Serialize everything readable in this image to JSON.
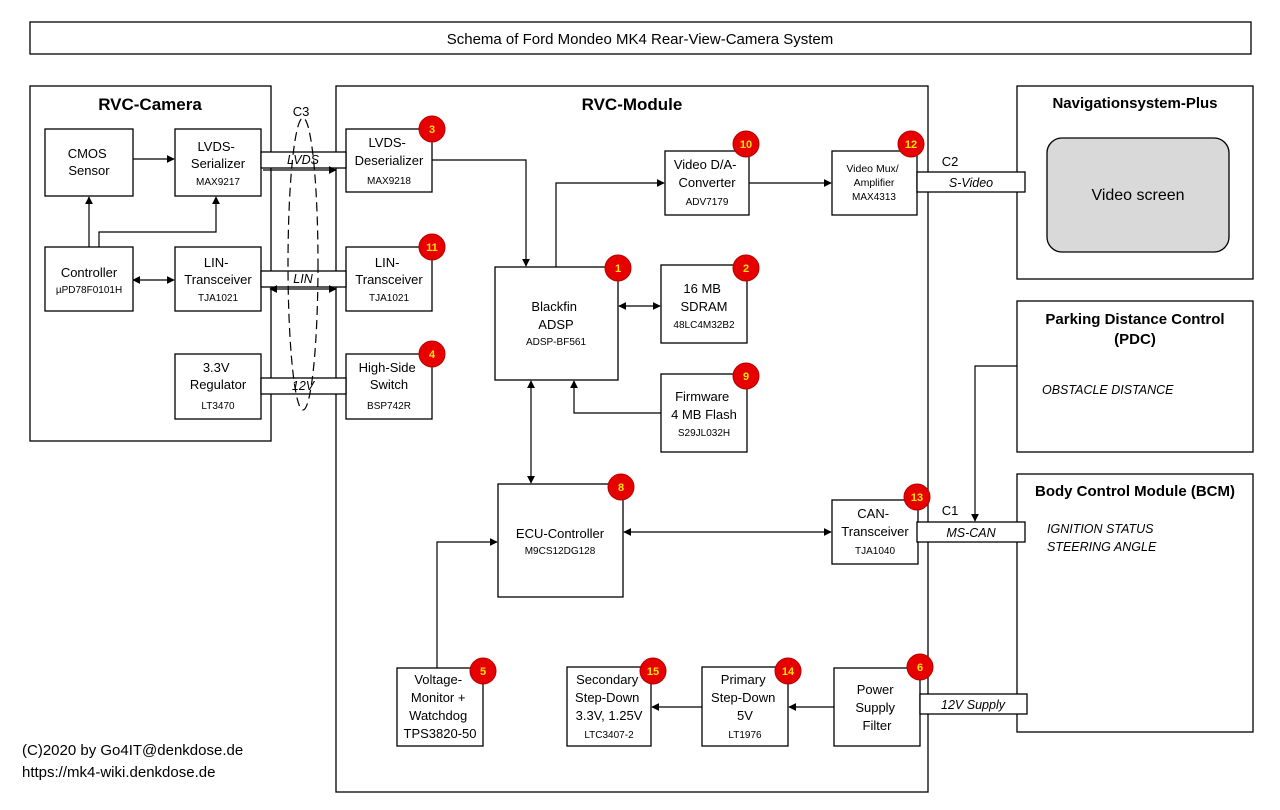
{
  "title": "Schema of Ford Mondeo MK4 Rear-View-Camera System",
  "credit": [
    "(C)2020 by Go4IT@denkdose.de",
    "https://mk4-wiki.denkdose.de"
  ],
  "groups": {
    "camera": "RVC-Camera",
    "module": "RVC-Module",
    "nav": "Navigationsystem-Plus",
    "pdc": [
      "Parking Distance Control",
      "(PDC)"
    ],
    "bcm": "Body Control Module (BCM)"
  },
  "nav_screen": "Video screen",
  "pdc_note": "OBSTACLE DISTANCE",
  "bcm_notes": [
    "IGNITION STATUS",
    "STEERING ANGLE"
  ],
  "connectors": {
    "c1": "C1",
    "c2": "C2",
    "c3": "C3"
  },
  "signals": {
    "lvds": "LVDS",
    "lin": "LIN",
    "v12": "12V",
    "svideo": "S-Video",
    "mscan": "MS-CAN",
    "supply": "12V Supply"
  },
  "blocks": [
    {
      "id": "cmos",
      "lines": [
        "CMOS",
        "Sensor"
      ],
      "part": ""
    },
    {
      "id": "controller",
      "lines": [
        "Controller"
      ],
      "part": "µPD78F0101H"
    },
    {
      "id": "serializer",
      "lines": [
        "LVDS-",
        "Serializer"
      ],
      "part": "MAX9217"
    },
    {
      "id": "lin_cam",
      "lines": [
        "LIN-",
        "Transceiver"
      ],
      "part": "TJA1021"
    },
    {
      "id": "regulator",
      "lines": [
        "3.3V",
        "Regulator"
      ],
      "part": "LT3470"
    },
    {
      "id": "deserializer",
      "lines": [
        "LVDS-",
        "Deserializer"
      ],
      "part": "MAX9218",
      "badge": "3"
    },
    {
      "id": "lin_mod",
      "lines": [
        "LIN-",
        "Transceiver"
      ],
      "part": "TJA1021",
      "badge": "11"
    },
    {
      "id": "highside",
      "lines": [
        "High-Side",
        "Switch"
      ],
      "part": "BSP742R",
      "badge": "4"
    },
    {
      "id": "dsp",
      "lines": [
        "Blackfin",
        "ADSP"
      ],
      "part": "ADSP-BF561",
      "badge": "1"
    },
    {
      "id": "sdram",
      "lines": [
        "16 MB",
        "SDRAM"
      ],
      "part": "48LC4M32B2",
      "badge": "2"
    },
    {
      "id": "flash",
      "lines": [
        "Firmware",
        "4 MB Flash"
      ],
      "part": "S29JL032H",
      "badge": "9"
    },
    {
      "id": "dac",
      "lines": [
        "Video D/A-",
        "Converter"
      ],
      "part": "ADV7179",
      "badge": "10"
    },
    {
      "id": "mux",
      "lines": [
        "Video Mux/",
        "Amplifier"
      ],
      "part": "MAX4313",
      "badge": "12"
    },
    {
      "id": "ecu",
      "lines": [
        "ECU-Controller"
      ],
      "part": "M9CS12DG128",
      "badge": "8"
    },
    {
      "id": "can",
      "lines": [
        "CAN-",
        "Transceiver"
      ],
      "part": "TJA1040",
      "badge": "13"
    },
    {
      "id": "watchdog",
      "lines": [
        "Voltage-",
        "Monitor +",
        "Watchdog",
        "TPS3820-50"
      ],
      "part": "",
      "badge": "5"
    },
    {
      "id": "secondary",
      "lines": [
        "Secondary",
        "Step-Down",
        "3.3V, 1.25V"
      ],
      "part": "LTC3407-2",
      "badge": "15"
    },
    {
      "id": "primary",
      "lines": [
        "Primary",
        "Step-Down",
        "5V"
      ],
      "part": "LT1976",
      "badge": "14"
    },
    {
      "id": "filter",
      "lines": [
        "Power",
        "Supply",
        "Filter"
      ],
      "part": "",
      "badge": "6"
    }
  ]
}
